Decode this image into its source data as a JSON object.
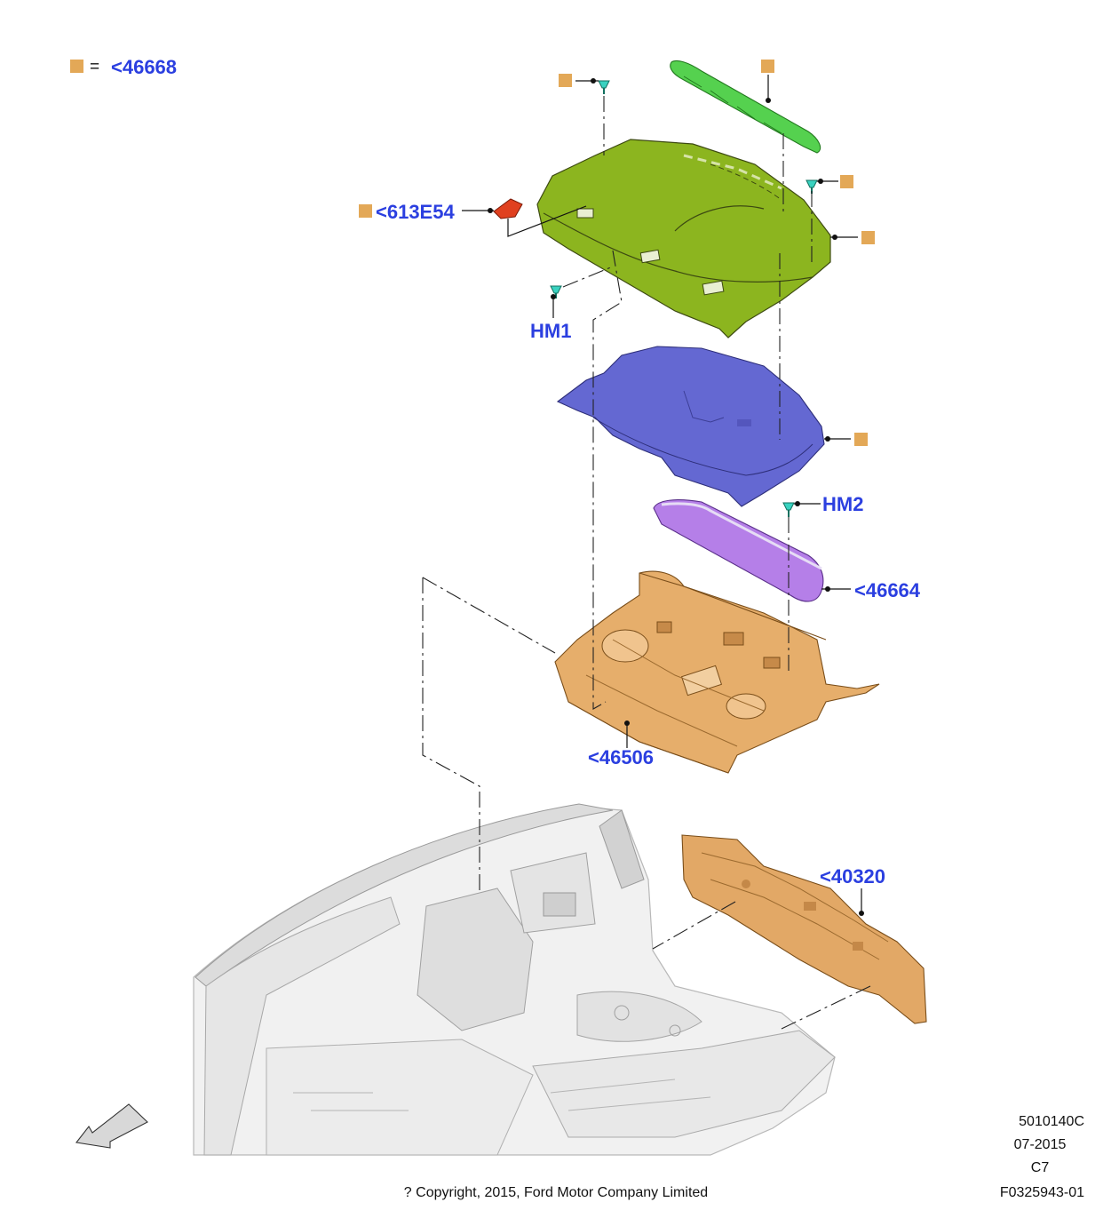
{
  "legend": {
    "equals": "=",
    "ref": "<46668"
  },
  "callouts": {
    "c613E54": "<613E54",
    "hm1": "HM1",
    "hm2": "HM2",
    "c46664": "<46664",
    "c46506": "<46506",
    "c40320": "<40320"
  },
  "meta": {
    "code": "5010140C",
    "date": "07-2015",
    "rev": "C7",
    "figure": "F0325943-01",
    "copyright": "? Copyright, 2015, Ford Motor Company Limited"
  },
  "colors": {
    "marker": "#e3a857",
    "callout_text": "#2b3fe0",
    "parcel_shelf": "#8cb51f",
    "trim_strip": "#55d14f",
    "insulator": "#6468d2",
    "reinforcement": "#b47ee8",
    "panel": "#e5ad6b",
    "clip": "#39d2c0",
    "seal": "#e0401f",
    "body_shell": "#d9d9d9"
  },
  "icons": {
    "direction": "front-direction-arrow-icon"
  }
}
